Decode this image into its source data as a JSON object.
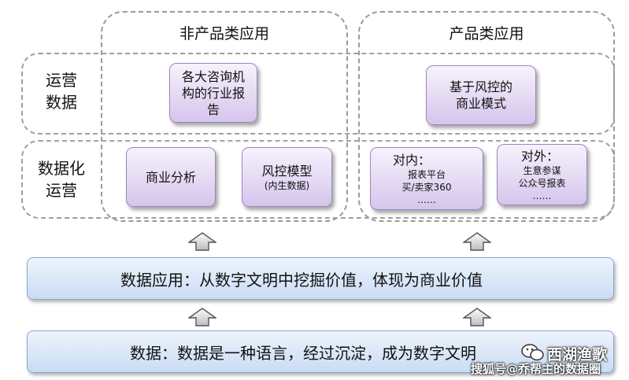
{
  "columns": {
    "non_product_title": "非产品类应用",
    "product_title": "产品类应用"
  },
  "rows": {
    "operations_data": [
      "运营",
      "数据"
    ],
    "data_operations": [
      "数据化",
      "运营"
    ]
  },
  "cards": {
    "consulting": [
      "各大咨询机",
      "构的行业报",
      "告"
    ],
    "risk_business": [
      "基于风控的",
      "商业模式"
    ],
    "business_analysis": [
      "商业分析"
    ],
    "risk_model_title": "风控模型",
    "risk_model_sub": "(内生数据)",
    "internal_title": "对内：",
    "internal_lines": [
      "报表平台",
      "买/卖家360",
      "……"
    ],
    "external_title": "对外：",
    "external_lines": [
      "生意参谋",
      "公众号报表",
      "……"
    ]
  },
  "bars": {
    "application": "数据应用：从数字文明中挖掘价值，体现为商业价值",
    "data": "数据：数据是一种语言，经过沉淀，成为数字文明"
  },
  "watermark": {
    "channel": "西湖渔歌",
    "source": "搜狐号@乔帮主的数据圈"
  },
  "colors": {
    "card_fill_top": "#f7f2fc",
    "card_fill_bottom": "#d5c5ec",
    "bar_fill_top": "#eef4fc",
    "bar_fill_bottom": "#c9dcf3",
    "dashed_border": "#9a9a9a"
  }
}
